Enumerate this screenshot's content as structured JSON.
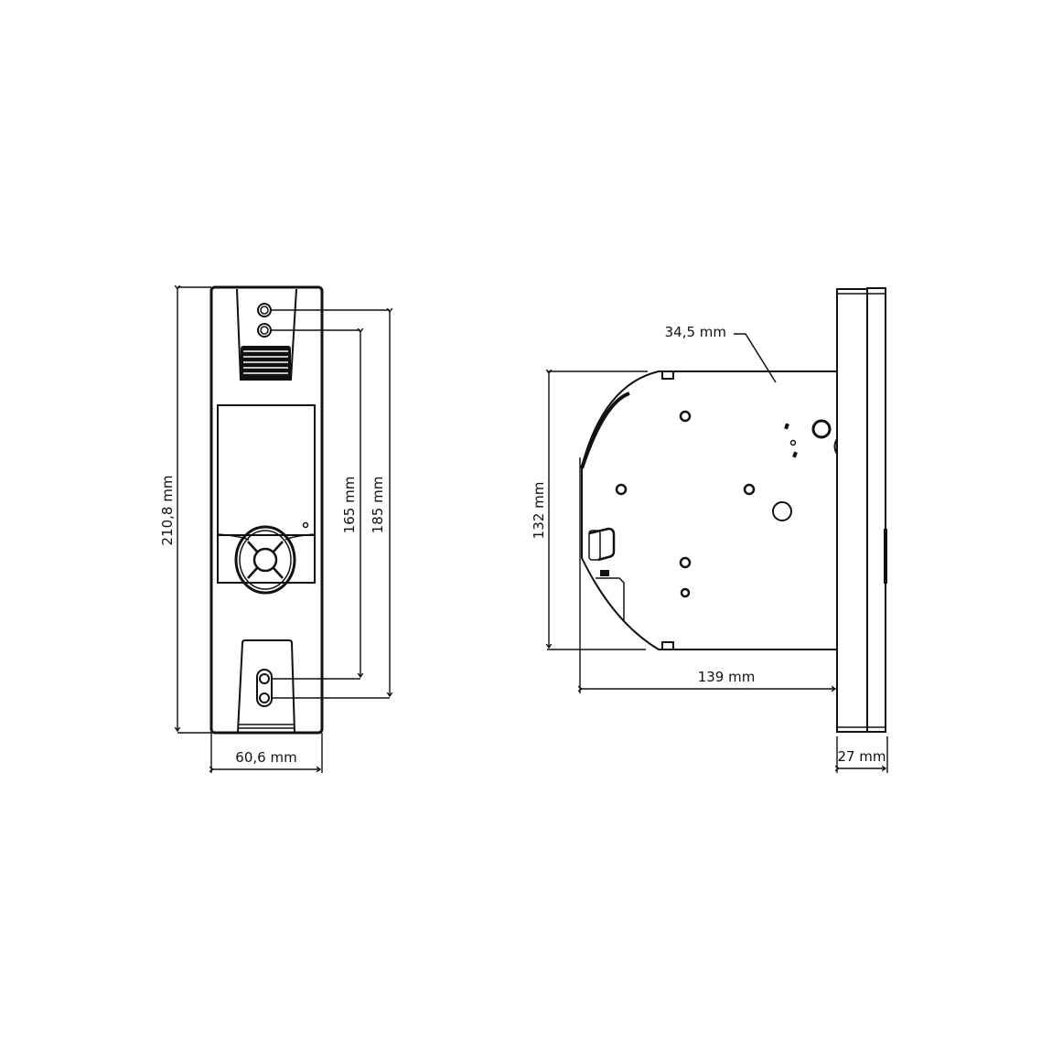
{
  "diagram": {
    "type": "technical-drawing",
    "views": [
      "front-view",
      "side-view"
    ],
    "colors": {
      "line": "#111111",
      "background": "#ffffff"
    }
  },
  "front_view": {
    "dimensions": {
      "height_total": "210,8 mm",
      "width": "60,6 mm",
      "hole_spacing_inner": "165 mm",
      "hole_spacing_outer": "185 mm"
    }
  },
  "side_view": {
    "dimensions": {
      "plate_height": "132 mm",
      "depth": "139 mm",
      "frame_thickness": "27 mm",
      "callout": "34,5 mm"
    }
  }
}
